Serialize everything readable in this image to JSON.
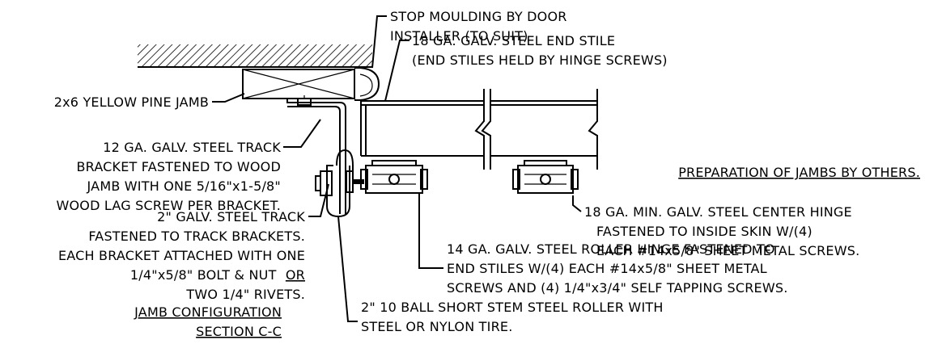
{
  "labels": {
    "stop_moulding": [
      "STOP MOULDING BY DOOR",
      "INSTALLER (TO SUIT)"
    ],
    "end_stile": [
      "18 GA. GALV. STEEL END STILE",
      "(END STILES HELD BY HINGE SCREWS)"
    ],
    "jamb": [
      "2x6 YELLOW PINE JAMB"
    ],
    "track_bracket": [
      "12 GA. GALV. STEEL TRACK",
      "BRACKET FASTENED TO WOOD",
      "JAMB WITH ONE 5/16\"x1-5/8\"",
      "WOOD LAG SCREW PER BRACKET."
    ],
    "track": [
      "2\" GALV. STEEL TRACK",
      "FASTENED TO TRACK BRACKETS.",
      "EACH BRACKET ATTACHED WITH ONE",
      "1/4\"x5/8\" BOLT & NUT",
      "OR",
      "TWO 1/4\" RIVETS."
    ],
    "preparation": [
      "PREPARATION OF JAMBS BY OTHERS."
    ],
    "center_hinge": [
      "18 GA. MIN. GALV. STEEL CENTER HINGE",
      "FASTENED TO INSIDE SKIN W/(4)",
      "EACH #14x5/8\" SHEET METAL SCREWS."
    ],
    "roller_hinge": [
      "14 GA. GALV. STEEL ROLLER HINGE FASTENED TO",
      "END STILES W/(4) EACH #14x5/8\" SHEET METAL",
      "SCREWS AND (4) 1/4\"x3/4\" SELF TAPPING SCREWS."
    ],
    "roller": [
      "2\" 10 BALL SHORT STEM STEEL ROLLER WITH",
      "STEEL OR NYLON TIRE."
    ],
    "title": [
      "JAMB CONFIGURATION",
      "SECTION C-C"
    ]
  }
}
